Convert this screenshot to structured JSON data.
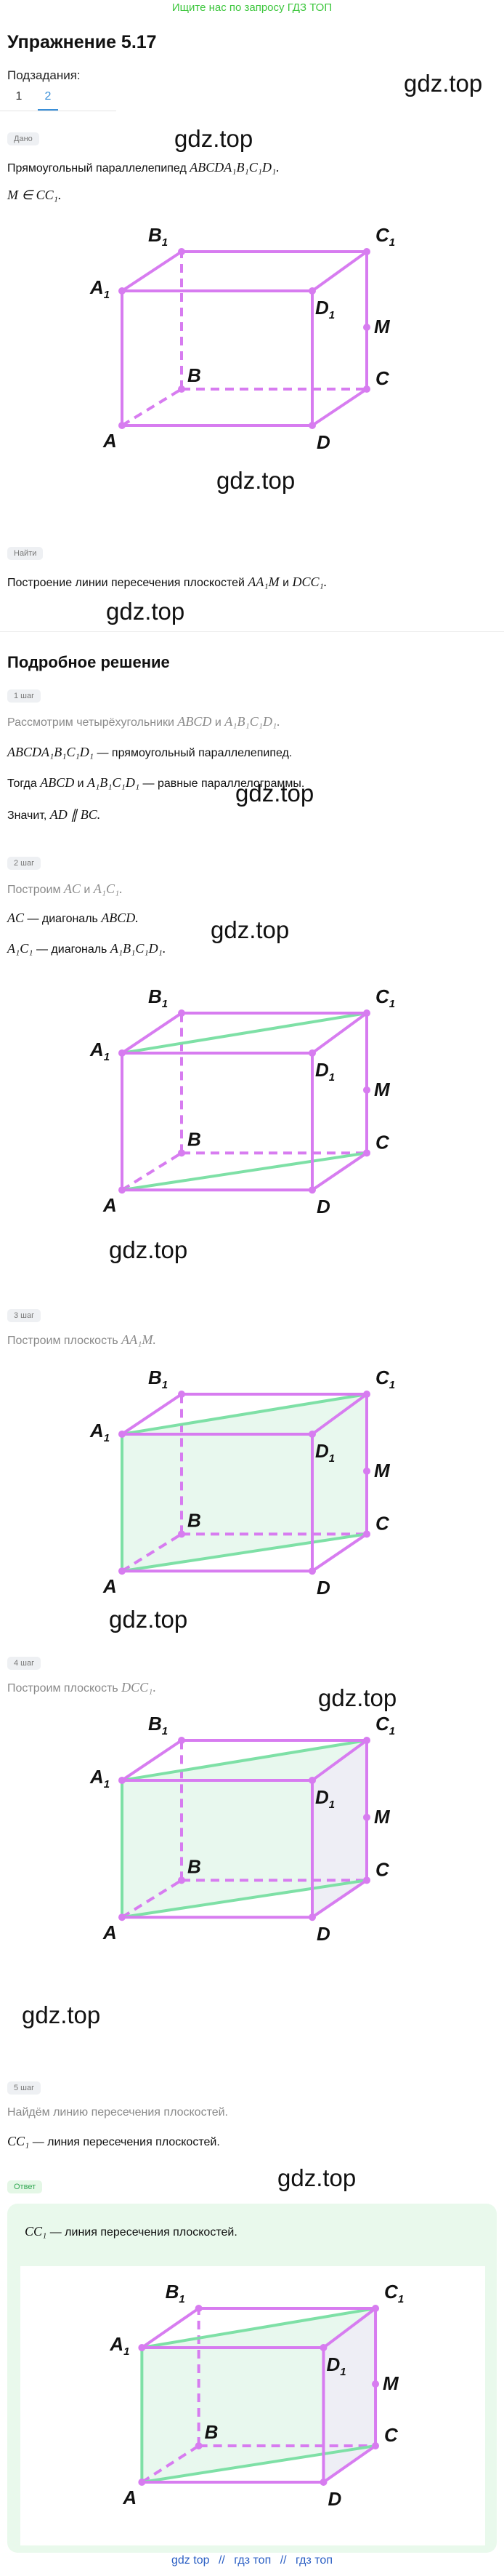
{
  "banner": "Ищите нас по запросу ГДЗ ТОП",
  "title": "Упражнение 5.17",
  "subtasks_label": "Подзадания:",
  "tabs": [
    "1",
    "2"
  ],
  "watermark": "gdz.top",
  "given": {
    "badge": "Дано",
    "line1_text": "Прямоугольный параллелепипед ",
    "line1_math": "ABCDA₁B₁C₁D₁.",
    "line2_math": "M ∈ CC₁."
  },
  "find": {
    "badge": "Найти",
    "text": "Построение линии пересечения плоскостей ",
    "math1": "AA₁M",
    "and": " и ",
    "math2": "DCC₁."
  },
  "solution_title": "Подробное решение",
  "steps": [
    {
      "badge": "1 шаг",
      "lines": [
        {
          "pre": "Рассмотрим четырёхугольники ",
          "m1": "ABCD",
          "mid": " и ",
          "m2": "A₁B₁C₁D₁.",
          "post": ""
        },
        {
          "pre": "",
          "m1": "ABCDA₁B₁C₁D₁",
          "mid": " — прямоугольный параллелепипед.",
          "m2": "",
          "post": ""
        },
        {
          "pre": "Тогда ",
          "m1": "ABCD",
          "mid": " и ",
          "m2": "A₁B₁C₁D₁",
          "post": " — равные параллелограммы."
        },
        {
          "pre": "Значит, ",
          "m1": "AD ∥ BC.",
          "mid": "",
          "m2": "",
          "post": ""
        }
      ]
    },
    {
      "badge": "2 шаг",
      "lines": [
        {
          "pre": "Построим ",
          "m1": "AC",
          "mid": " и ",
          "m2": "A₁C₁.",
          "post": ""
        },
        {
          "pre": "",
          "m1": "AC",
          "mid": " — диагональ ",
          "m2": "ABCD.",
          "post": ""
        },
        {
          "pre": "",
          "m1": "A₁C₁",
          "mid": " — диагональ ",
          "m2": "A₁B₁C₁D₁.",
          "post": ""
        }
      ]
    },
    {
      "badge": "3 шаг",
      "lines": [
        {
          "pre": "Построим плоскость ",
          "m1": "AA₁M.",
          "mid": "",
          "m2": "",
          "post": ""
        }
      ]
    },
    {
      "badge": "4 шаг",
      "lines": [
        {
          "pre": "Построим плоскость ",
          "m1": "DCC₁.",
          "mid": "",
          "m2": "",
          "post": ""
        }
      ]
    },
    {
      "badge": "5 шаг",
      "lines": [
        {
          "pre": "Найдём линию пересечения плоскостей.",
          "m1": "",
          "mid": "",
          "m2": "",
          "post": ""
        },
        {
          "pre": "",
          "m1": "CC₁",
          "mid": " — линия пересечения плоскостей.",
          "m2": "",
          "post": ""
        }
      ]
    }
  ],
  "answer": {
    "badge": "Ответ",
    "m1": "CC₁",
    "text": " — линия пересечения плоскостей."
  },
  "figure_labels": {
    "A": "A",
    "B": "B",
    "C": "C",
    "D": "D",
    "A1": "A",
    "B1": "B",
    "C1": "C",
    "D1": "D",
    "sub": "1",
    "M": "M"
  },
  "colors": {
    "edge": "#d77cf0",
    "diagonal": "#7ee0a6",
    "plane_green": "#e8f8ee",
    "plane_grey": "#eeeef5",
    "banner": "#3cc63c",
    "tab_active": "#3a8fd8"
  },
  "footer": [
    "gdz top",
    "//",
    "гдз топ",
    "//",
    "гдз топ"
  ]
}
